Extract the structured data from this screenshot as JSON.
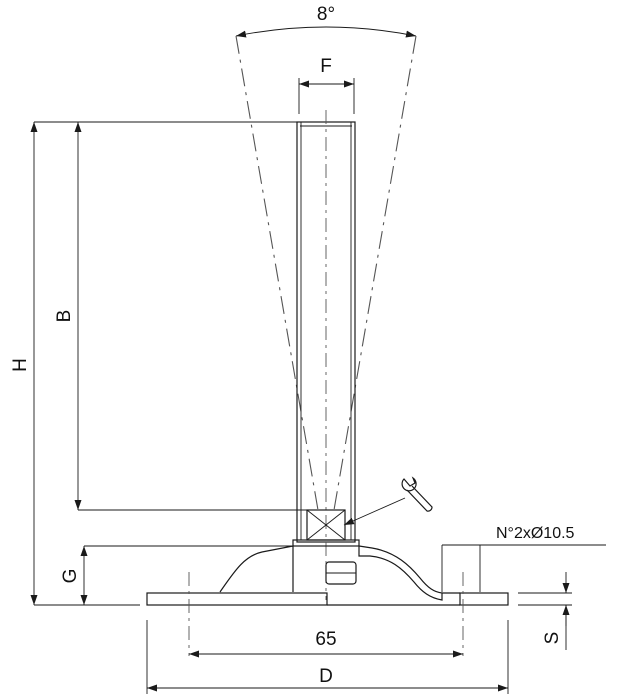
{
  "labels": {
    "angle": "8°",
    "F": "F",
    "B": "B",
    "H": "H",
    "G": "G",
    "S": "S",
    "D": "D",
    "hole_spacing": "65",
    "holes_note": "N°2xØ10.5"
  },
  "icons": {
    "wrench": "wrench-icon"
  }
}
